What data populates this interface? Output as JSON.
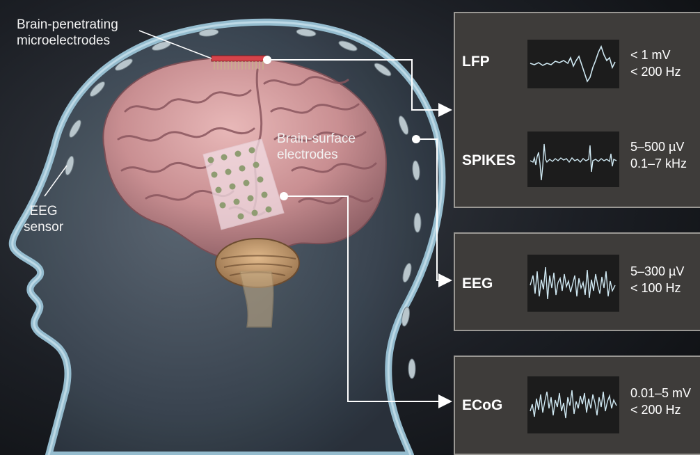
{
  "labels": {
    "microelectrodes": "Brain-penetrating microelectrodes",
    "microelectrodes_line1": "Brain-penetrating",
    "microelectrodes_line2": "microelectrodes",
    "surface_line1": "Brain-surface",
    "surface_line2": "electrodes",
    "eeg_line1": "EEG",
    "eeg_line2": "sensor"
  },
  "signals": [
    {
      "name": "LFP",
      "amplitude": "< 1 mV",
      "frequency": "< 200 Hz"
    },
    {
      "name": "SPIKES",
      "amplitude": "5–500 µV",
      "frequency": "0.1–7 kHz"
    },
    {
      "name": "EEG",
      "amplitude": "5–300 µV",
      "frequency": "< 100 Hz"
    },
    {
      "name": "ECoG",
      "amplitude": "0.01–5 mV",
      "frequency": "< 200 Hz"
    }
  ],
  "colors": {
    "background": "#1a1d22",
    "panel": "#3e3c3a",
    "trace": "#cfe8f2",
    "brain": "#c98f92",
    "head_outline": "#8fb7cc"
  },
  "icons": [
    "trace-lfp",
    "trace-spikes",
    "trace-eeg",
    "trace-ecog"
  ]
}
